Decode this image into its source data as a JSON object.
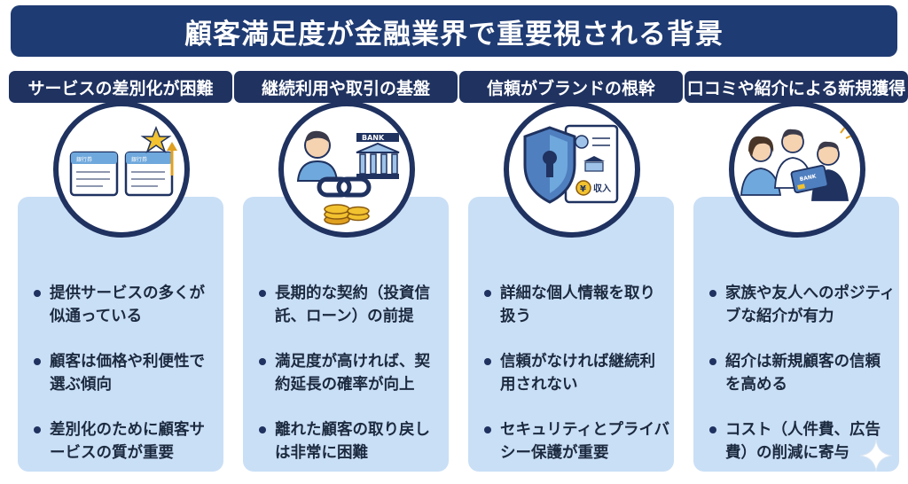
{
  "title": "顧客満足度が金融業界で重要視される背景",
  "columns": [
    {
      "heading": "サービスの差別化が困難",
      "icon": "bankbook-star-icon",
      "icon_labels": [
        "銀行券",
        "銀行券"
      ],
      "bullets": [
        "提供サービスの多くが似通っている",
        "顧客は価格や利便性で選ぶ傾向",
        "差別化のために顧客サービスの質が重要"
      ]
    },
    {
      "heading": "継続利用や取引の基盤",
      "icon": "bank-chain-coins-icon",
      "icon_labels": [
        "BANK"
      ],
      "bullets": [
        "長期的な契約（投資信託、ローン）の前提",
        "満足度が高ければ、契約延長の確率が向上",
        "離れた顧客の取り戻しは非常に困難"
      ]
    },
    {
      "heading": "信頼がブランドの根幹",
      "icon": "shield-document-icon",
      "icon_labels": [
        "¥",
        "収入"
      ],
      "bullets": [
        "詳細な個人情報を取り扱う",
        "信頼がなければ継続利用されない",
        "セキュリティとプライバシー保護が重要"
      ]
    },
    {
      "heading": "口コミや紹介による新規獲得",
      "icon": "people-card-referral-icon",
      "icon_labels": [
        "BANK"
      ],
      "bullets": [
        "家族や友人へのポジティブな紹介が有力",
        "紹介は新規顧客の信頼を高める",
        "コスト（人件費、広告費）の削減に寄与"
      ]
    }
  ],
  "colors": {
    "title_bg": "#1f3b73",
    "header_bg": "#1f3260",
    "card_bg": "#c9dff6",
    "text": "#1c2a3f"
  }
}
